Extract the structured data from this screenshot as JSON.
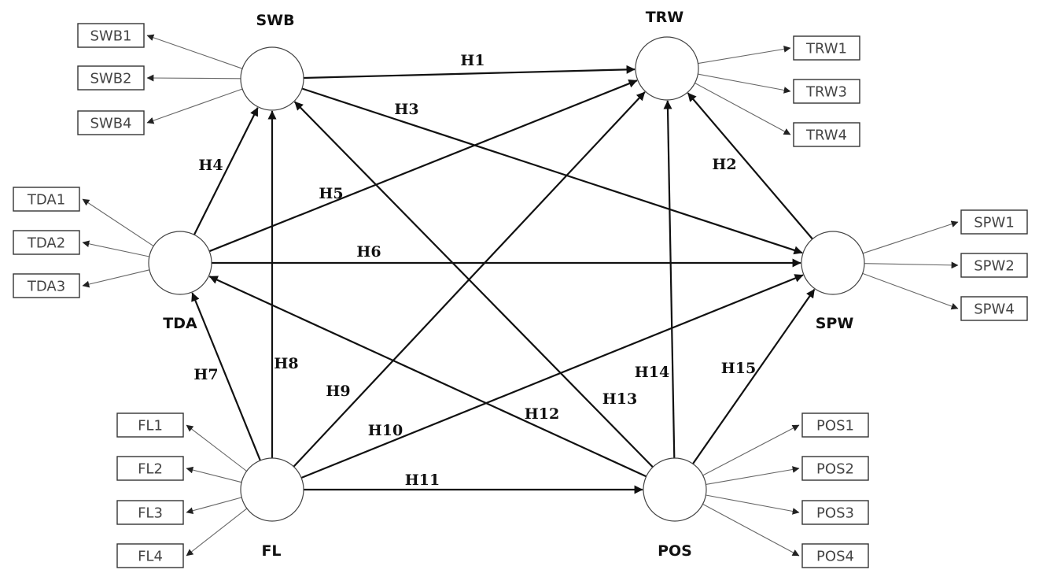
{
  "constructs": [
    {
      "id": "SWB",
      "label": "SWB"
    },
    {
      "id": "TRW",
      "label": "TRW"
    },
    {
      "id": "TDA",
      "label": "TDA"
    },
    {
      "id": "SPW",
      "label": "SPW"
    },
    {
      "id": "FL",
      "label": "FL"
    },
    {
      "id": "POS",
      "label": "POS"
    }
  ],
  "indicators": [
    {
      "id": "SWB1",
      "label": "SWB1",
      "construct": "SWB"
    },
    {
      "id": "SWB2",
      "label": "SWB2",
      "construct": "SWB"
    },
    {
      "id": "SWB4",
      "label": "SWB4",
      "construct": "SWB"
    },
    {
      "id": "TRW1",
      "label": "TRW1",
      "construct": "TRW"
    },
    {
      "id": "TRW3",
      "label": "TRW3",
      "construct": "TRW"
    },
    {
      "id": "TRW4",
      "label": "TRW4",
      "construct": "TRW"
    },
    {
      "id": "TDA1",
      "label": "TDA1",
      "construct": "TDA"
    },
    {
      "id": "TDA2",
      "label": "TDA2",
      "construct": "TDA"
    },
    {
      "id": "TDA3",
      "label": "TDA3",
      "construct": "TDA"
    },
    {
      "id": "SPW1",
      "label": "SPW1",
      "construct": "SPW"
    },
    {
      "id": "SPW2",
      "label": "SPW2",
      "construct": "SPW"
    },
    {
      "id": "SPW4",
      "label": "SPW4",
      "construct": "SPW"
    },
    {
      "id": "FL1",
      "label": "FL1",
      "construct": "FL"
    },
    {
      "id": "FL2",
      "label": "FL2",
      "construct": "FL"
    },
    {
      "id": "FL3",
      "label": "FL3",
      "construct": "FL"
    },
    {
      "id": "FL4",
      "label": "FL4",
      "construct": "FL"
    },
    {
      "id": "POS1",
      "label": "POS1",
      "construct": "POS"
    },
    {
      "id": "POS2",
      "label": "POS2",
      "construct": "POS"
    },
    {
      "id": "POS3",
      "label": "POS3",
      "construct": "POS"
    },
    {
      "id": "POS4",
      "label": "POS4",
      "construct": "POS"
    }
  ],
  "hypotheses": [
    {
      "label": "H1",
      "from": "SWB",
      "to": "TRW"
    },
    {
      "label": "H2",
      "from": "SPW",
      "to": "TRW"
    },
    {
      "label": "H3",
      "from": "SWB",
      "to": "SPW"
    },
    {
      "label": "H4",
      "from": "TDA",
      "to": "SWB"
    },
    {
      "label": "H5",
      "from": "TDA",
      "to": "TRW"
    },
    {
      "label": "H6",
      "from": "TDA",
      "to": "SPW"
    },
    {
      "label": "H7",
      "from": "FL",
      "to": "TDA"
    },
    {
      "label": "H8",
      "from": "FL",
      "to": "SWB"
    },
    {
      "label": "H9",
      "from": "FL",
      "to": "TRW"
    },
    {
      "label": "H10",
      "from": "FL",
      "to": "SPW"
    },
    {
      "label": "H11",
      "from": "FL",
      "to": "POS"
    },
    {
      "label": "H12",
      "from": "POS",
      "to": "TDA"
    },
    {
      "label": "H13",
      "from": "POS",
      "to": "SWB"
    },
    {
      "label": "H14",
      "from": "POS",
      "to": "TRW"
    },
    {
      "label": "H15",
      "from": "POS",
      "to": "SPW"
    }
  ]
}
